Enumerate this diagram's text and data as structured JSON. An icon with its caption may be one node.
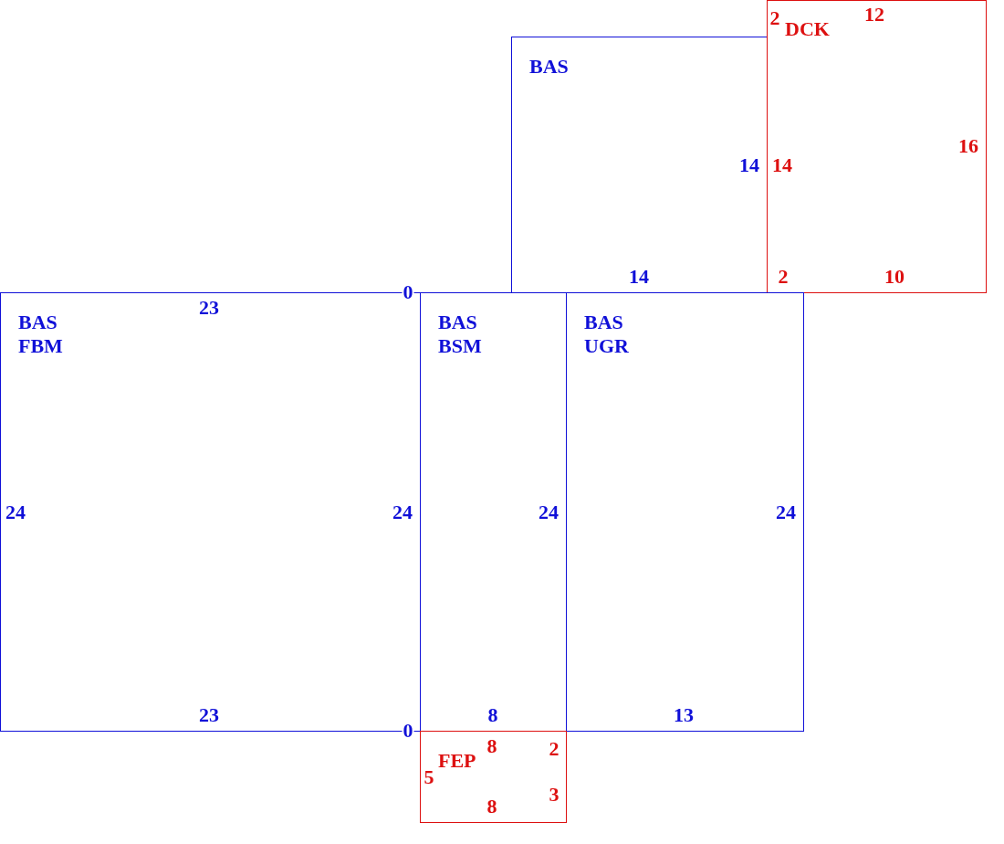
{
  "diagram": {
    "nodes": [
      {
        "text": [
          "BAS"
        ]
      },
      {
        "text": [
          "DCK"
        ]
      },
      {
        "text": [
          "BAS FBM"
        ]
      },
      {
        "text": [
          "BAS BSM"
        ]
      },
      {
        "text": [
          "BAS UGR"
        ]
      },
      {
        "text": [
          "FEP"
        ]
      }
    ],
    "labels": [
      "2",
      "12",
      "16",
      "14",
      "14",
      "14",
      "2",
      "10",
      "0",
      "23",
      "24",
      "24",
      "24",
      "24",
      "23",
      "8",
      "13",
      "0",
      "8",
      "2",
      "5",
      "3",
      "8"
    ]
  }
}
